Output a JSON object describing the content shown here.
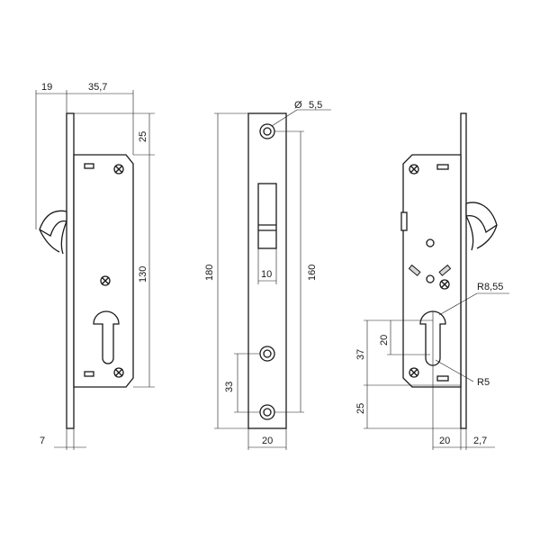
{
  "views": {
    "left": {
      "dim_backset_offset": "19",
      "dim_backset": "35,7",
      "dim_top": "25",
      "dim_height": "130",
      "dim_faceplate_thk": "7"
    },
    "front": {
      "dim_hole": "5,5",
      "dim_hole_symbol": "Ø",
      "dim_total_height": "180",
      "dim_hole_spacing": "160",
      "dim_latch_width": "10",
      "dim_lower_screw": "33",
      "dim_faceplate_width": "20"
    },
    "right": {
      "dim_radius_top": "R8,55",
      "dim_radius_bottom": "R5",
      "dim_cyl_height": "20",
      "dim_cyl_total": "37",
      "dim_bottom": "25",
      "dim_width": "20",
      "dim_plate": "2,7"
    }
  },
  "colors": {
    "line": "#1a1a1a",
    "fill": "#d9d9d9"
  }
}
